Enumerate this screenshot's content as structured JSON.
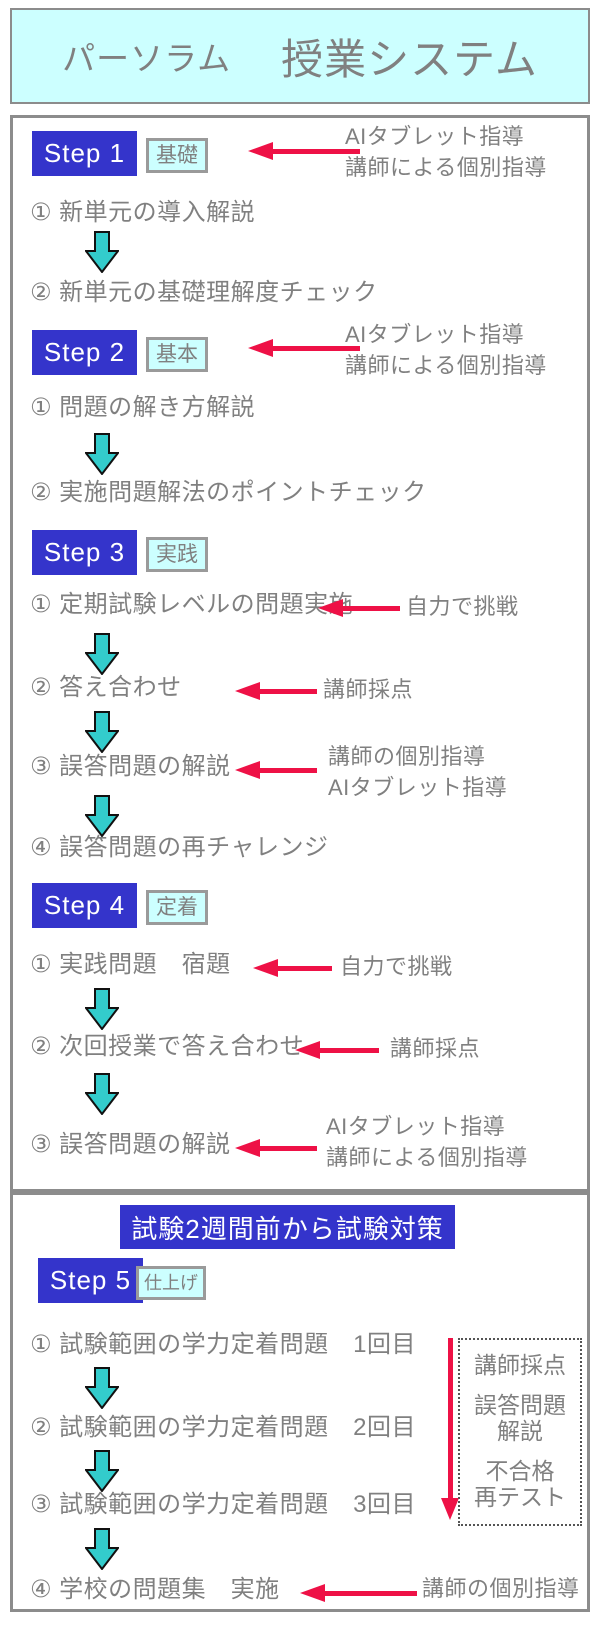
{
  "title": {
    "brand": "パーソラム",
    "system": "授業システム"
  },
  "colors": {
    "blue": "#3434CB",
    "pale_cyan": "#CCFFFF",
    "red": "#EE1146",
    "teal": "#33CCCC",
    "gray_text": "#808080",
    "border_gray": "#8C8C8C"
  },
  "steps": [
    {
      "badge": "Step 1",
      "tag": "基礎",
      "note": {
        "line1": "AIタブレット指導",
        "line2": "講師による個別指導"
      },
      "items": [
        {
          "text": "① 新単元の導入解説"
        },
        {
          "text": "② 新単元の基礎理解度チェック"
        }
      ]
    },
    {
      "badge": "Step 2",
      "tag": "基本",
      "note": {
        "line1": "AIタブレット指導",
        "line2": "講師による個別指導"
      },
      "items": [
        {
          "text": "① 問題の解き方解説"
        },
        {
          "text": "② 実施問題解法のポイントチェック"
        }
      ]
    },
    {
      "badge": "Step 3",
      "tag": "実践",
      "items": [
        {
          "text": "① 定期試験レベルの問題実施",
          "note": {
            "line1": "自力で挑戦"
          }
        },
        {
          "text": "② 答え合わせ",
          "note": {
            "line1": "講師採点"
          }
        },
        {
          "text": "③ 誤答問題の解説",
          "note": {
            "line1": "講師の個別指導",
            "line2": "AIタブレット指導"
          }
        },
        {
          "text": "④ 誤答問題の再チャレンジ"
        }
      ]
    },
    {
      "badge": "Step 4",
      "tag": "定着",
      "items": [
        {
          "text": "① 実践問題　宿題",
          "note": {
            "line1": "自力で挑戦"
          }
        },
        {
          "text": "② 次回授業で答え合わせ",
          "note": {
            "line1": "講師採点"
          }
        },
        {
          "text": "③ 誤答問題の解説",
          "note": {
            "line1": "AIタブレット指導",
            "line2": "講師による個別指導"
          }
        }
      ]
    },
    {
      "badge": "Step 5",
      "tag": "仕上げ",
      "items": [
        {
          "text": "① 試験範囲の学力定着問題　1回目"
        },
        {
          "text": "② 試験範囲の学力定着問題　2回目"
        },
        {
          "text": "③ 試験範囲の学力定着問題　3回目"
        },
        {
          "text": "④ 学校の問題集　実施",
          "note": {
            "line1": "講師の個別指導"
          }
        }
      ]
    }
  ],
  "section2": {
    "banner": "試験2週間前から試験対策",
    "side_box": {
      "item1": "講師採点",
      "item2": "誤答問題\n解説",
      "item3": "不合格\n再テスト"
    }
  }
}
